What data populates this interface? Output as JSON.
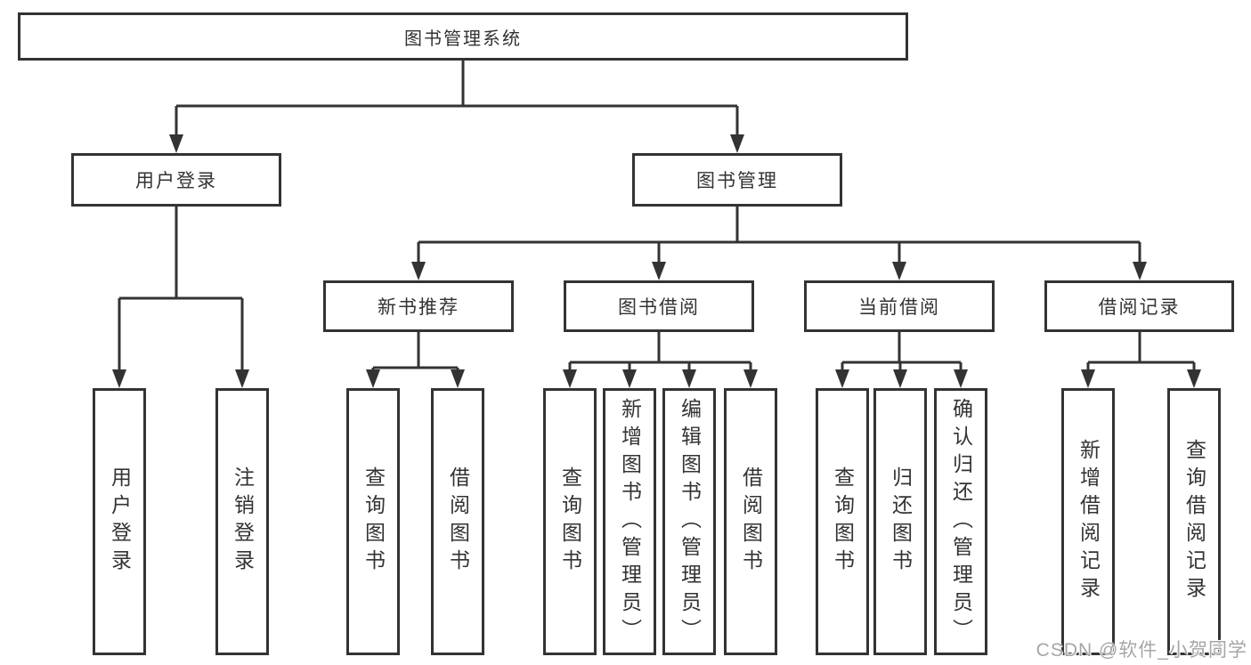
{
  "nodes": {
    "root": "图书管理系统",
    "level2": [
      "用户登录",
      "图书管理"
    ],
    "level3": [
      "新书推荐",
      "图书借阅",
      "当前借阅",
      "借阅记录"
    ],
    "user_login_children": [
      "用户登录",
      "注销登录"
    ],
    "new_book_children": [
      "查询图书",
      "借阅图书"
    ],
    "book_borrow_children": [
      "查询图书",
      "新增图书（管理员）",
      "编辑图书（管理员）",
      "借阅图书"
    ],
    "current_borrow_children": [
      "查询图书",
      "归还图书",
      "确认归还（管理员）"
    ],
    "borrow_record_children": [
      "新增借阅记录",
      "查询借阅记录"
    ]
  },
  "watermark": "CSDN @软件_小贺同学",
  "colors": {
    "line": "#333333",
    "text": "#333333",
    "background": "#ffffff",
    "watermark": "#a6a6a6"
  }
}
